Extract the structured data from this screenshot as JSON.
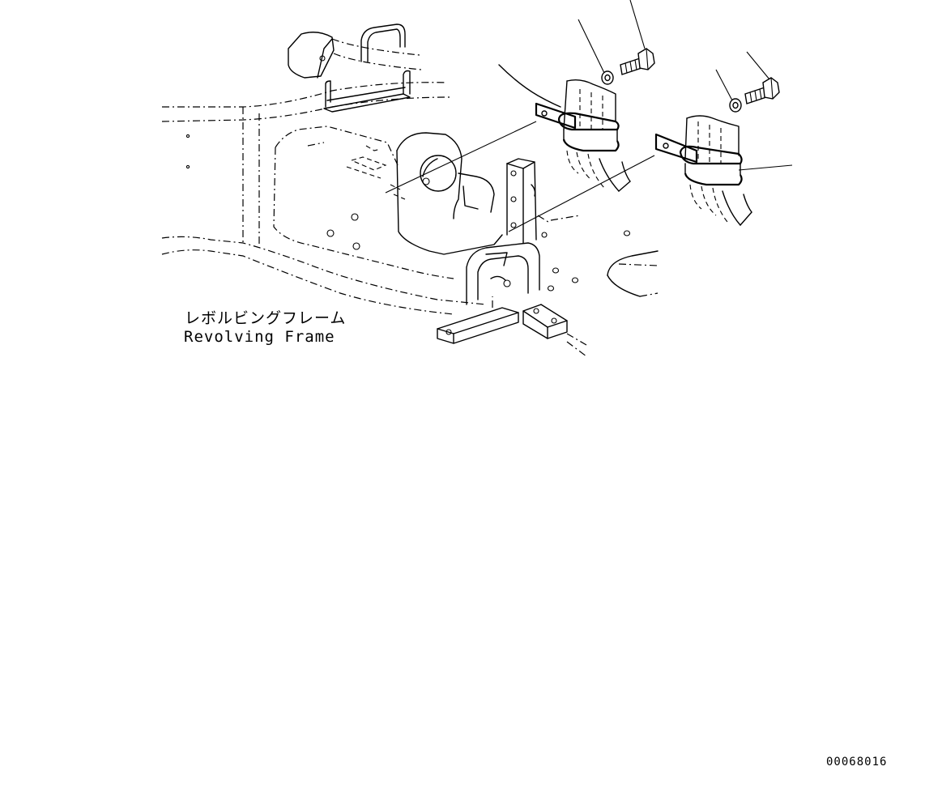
{
  "labels": {
    "revolving_frame_ja": "レボルビングフレーム",
    "revolving_frame_en": "Revolving Frame"
  },
  "drawing_number": "00068016",
  "colors": {
    "line": "#000000",
    "background": "#ffffff"
  }
}
